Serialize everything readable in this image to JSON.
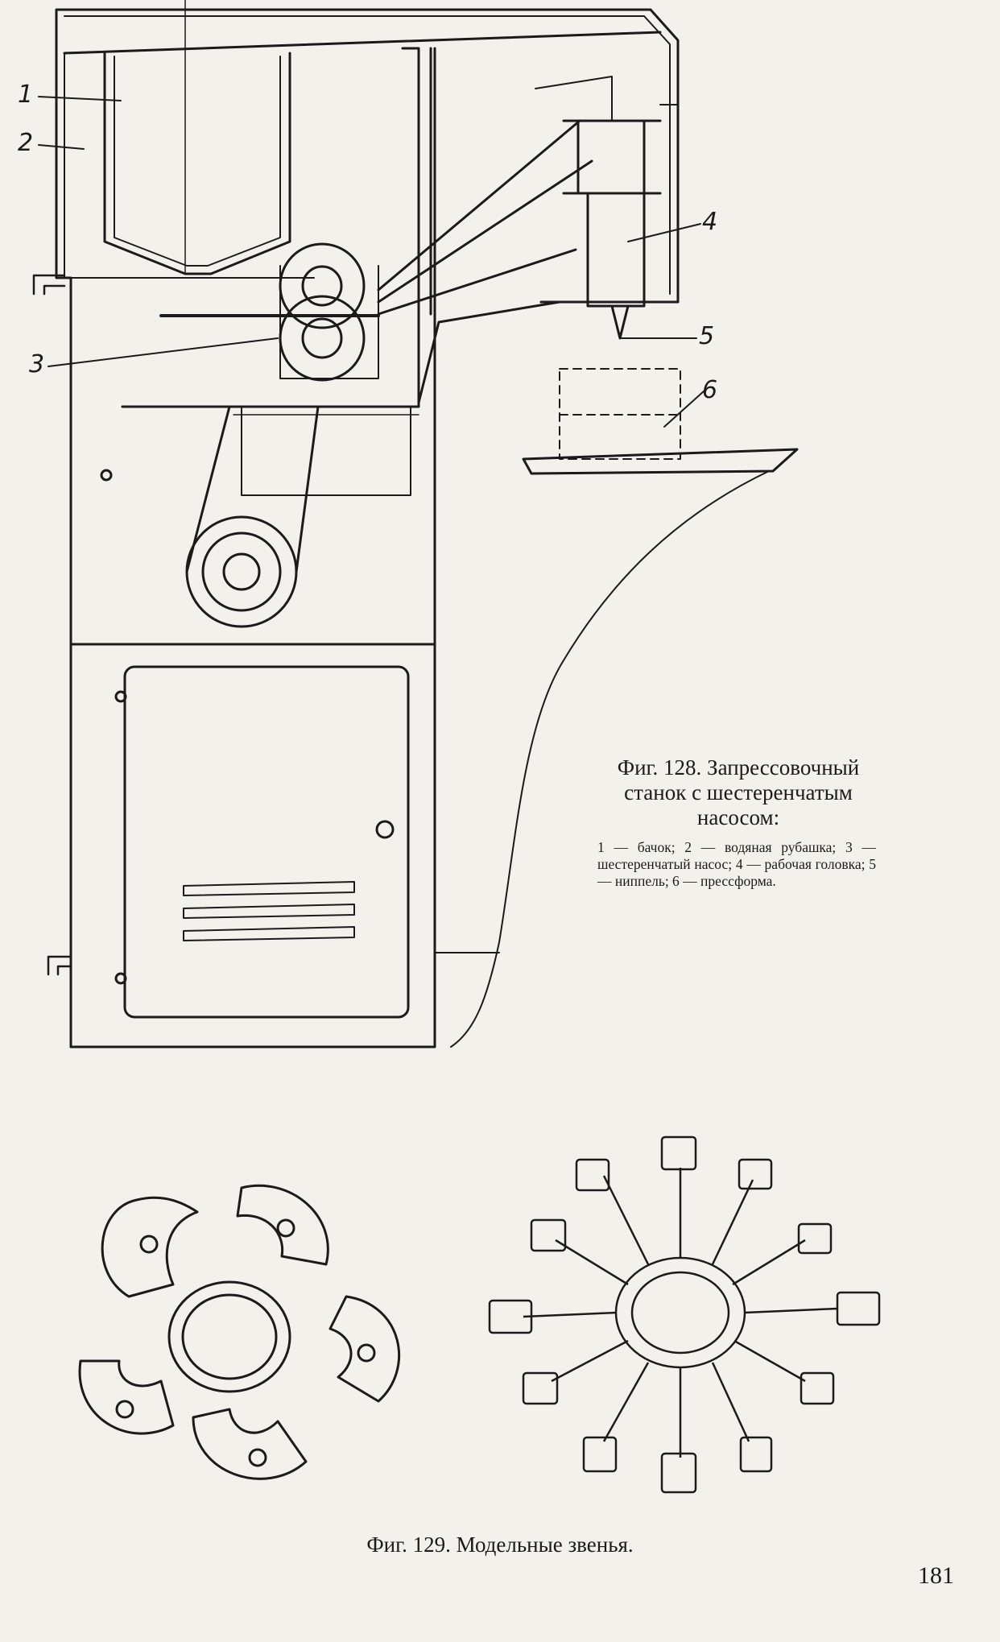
{
  "figure128": {
    "caption": "Фиг. 128. Запрессовочный станок с шестеренчатым насосом:",
    "legend": "1 — бачок; 2 — водяная рубашка; 3 — шестеренчатый насос; 4 — рабочая головка; 5 — ниппель; 6 — прессформа.",
    "callouts": [
      "1",
      "2",
      "3",
      "4",
      "5",
      "6"
    ]
  },
  "figure129": {
    "caption": "Фиг. 129. Модельные звенья."
  },
  "page_number": "181",
  "colors": {
    "ink": "#1b1b1b",
    "paper": "#f3f1ec"
  }
}
